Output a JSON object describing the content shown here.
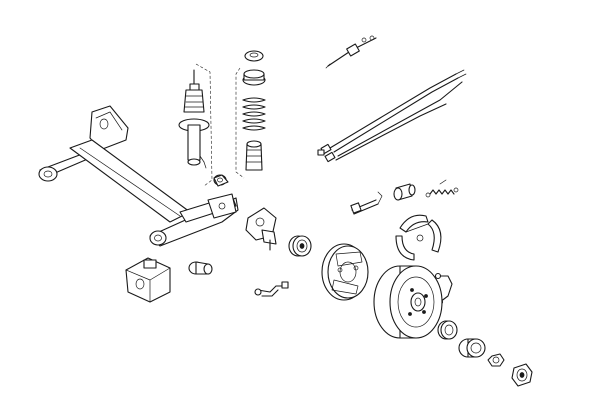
{
  "diagram": {
    "type": "exploded-parts-diagram",
    "background": "#ffffff",
    "line_color": "#1a1a1a",
    "parts": [
      "rear-axle-beam",
      "shock-absorber",
      "strut-top-mount",
      "coil-spring",
      "bump-stop",
      "shock-lower-bushing",
      "axle-mount-bracket",
      "axle-bushing",
      "handbrake-cable",
      "brake-hose-line",
      "wheel-cylinder",
      "brake-adjuster",
      "return-spring",
      "brake-shoe-set",
      "stub-axle",
      "wheel-bearing",
      "brake-backing-plate",
      "brake-line-bent",
      "brake-pipe",
      "brake-drum",
      "bearing-seal",
      "wheel-hub-bearing",
      "hub-nut",
      "dust-cap"
    ]
  }
}
